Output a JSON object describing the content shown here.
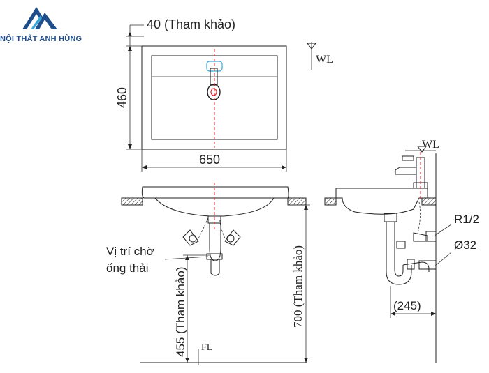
{
  "logo": {
    "brand_text": "NỘI THẤT ANH HÙNG",
    "icon": "mountain-logo-icon",
    "brand_color": "#1f4e8c"
  },
  "dimensions": {
    "top_ref": "40 (Tham khảo)",
    "depth": "460",
    "width": "650",
    "wl_top": "WL",
    "wl_side": "WL",
    "r12": "R1/2",
    "d32": "Ø32",
    "side_offset": "(245)",
    "height_700": "700 (Tham khảo)",
    "height_455": "455 (Tham khảo)",
    "fl": "FL"
  },
  "labels": {
    "drain_line1": "Vị trí chờ",
    "drain_line2": "ống thải"
  },
  "colors": {
    "line": "#222222",
    "centerline": "#e0202a",
    "faucet_accent": "#3aa6d8"
  }
}
